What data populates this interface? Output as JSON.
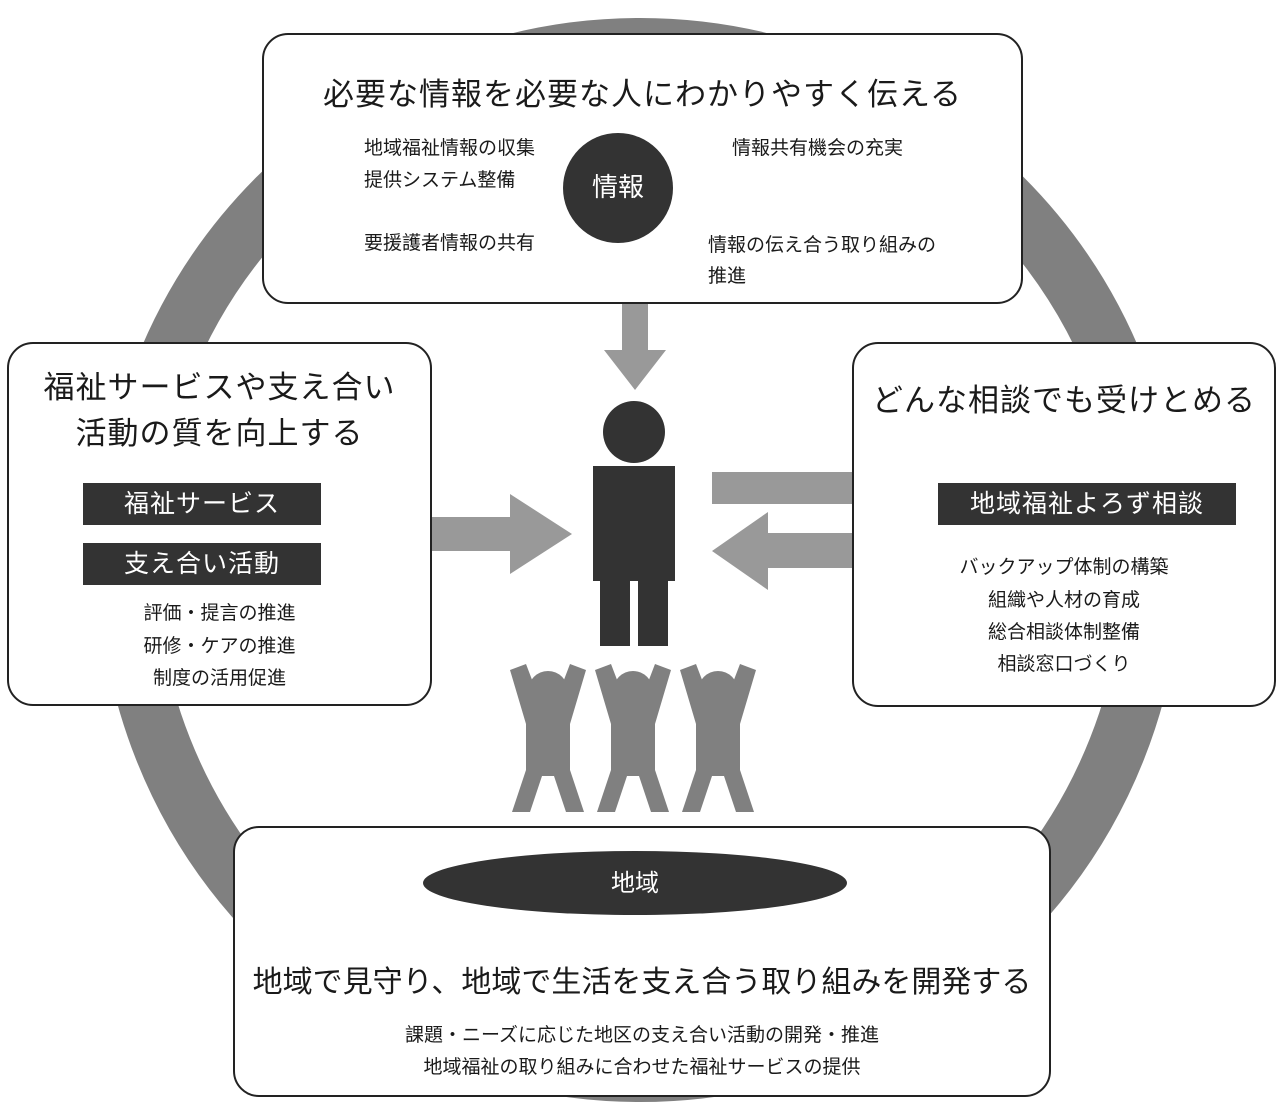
{
  "info_panel": {
    "title": "必要な情報を必要な人にわかりやすく伝える",
    "badge": "情報",
    "items": [
      "地域福祉情報の収集",
      "提供システム整備",
      "情報共有機会の充実",
      "要援護者情報の共有",
      "情報の伝え合う取り組みの",
      "推進"
    ]
  },
  "service_panel": {
    "title_line1": "福祉サービスや支え合い",
    "title_line2": "活動の質を向上する",
    "labels": [
      "福祉サービス",
      "支え合い活動"
    ],
    "items": [
      "評価・提言の推進",
      "研修・ケアの推進",
      "制度の活用促進"
    ]
  },
  "consult_panel": {
    "title": "どんな相談でも受けとめる",
    "label": "地域福祉よろず相談",
    "items": [
      "バックアップ体制の構築",
      "組織や人材の育成",
      "総合相談体制整備",
      "相談窓口づくり"
    ]
  },
  "community_panel": {
    "badge": "地域",
    "title": "地域で見守り、地域で生活を支え合う取り組みを開発する",
    "items": [
      "課題・ニーズに応じた地区の支え合い活動の開発・推進",
      "地域福祉の取り組みに合わせた福祉サービスの提供"
    ]
  },
  "colors": {
    "ring": "#808080",
    "arrow": "#999999",
    "dark": "#333333",
    "people": "#808080"
  }
}
